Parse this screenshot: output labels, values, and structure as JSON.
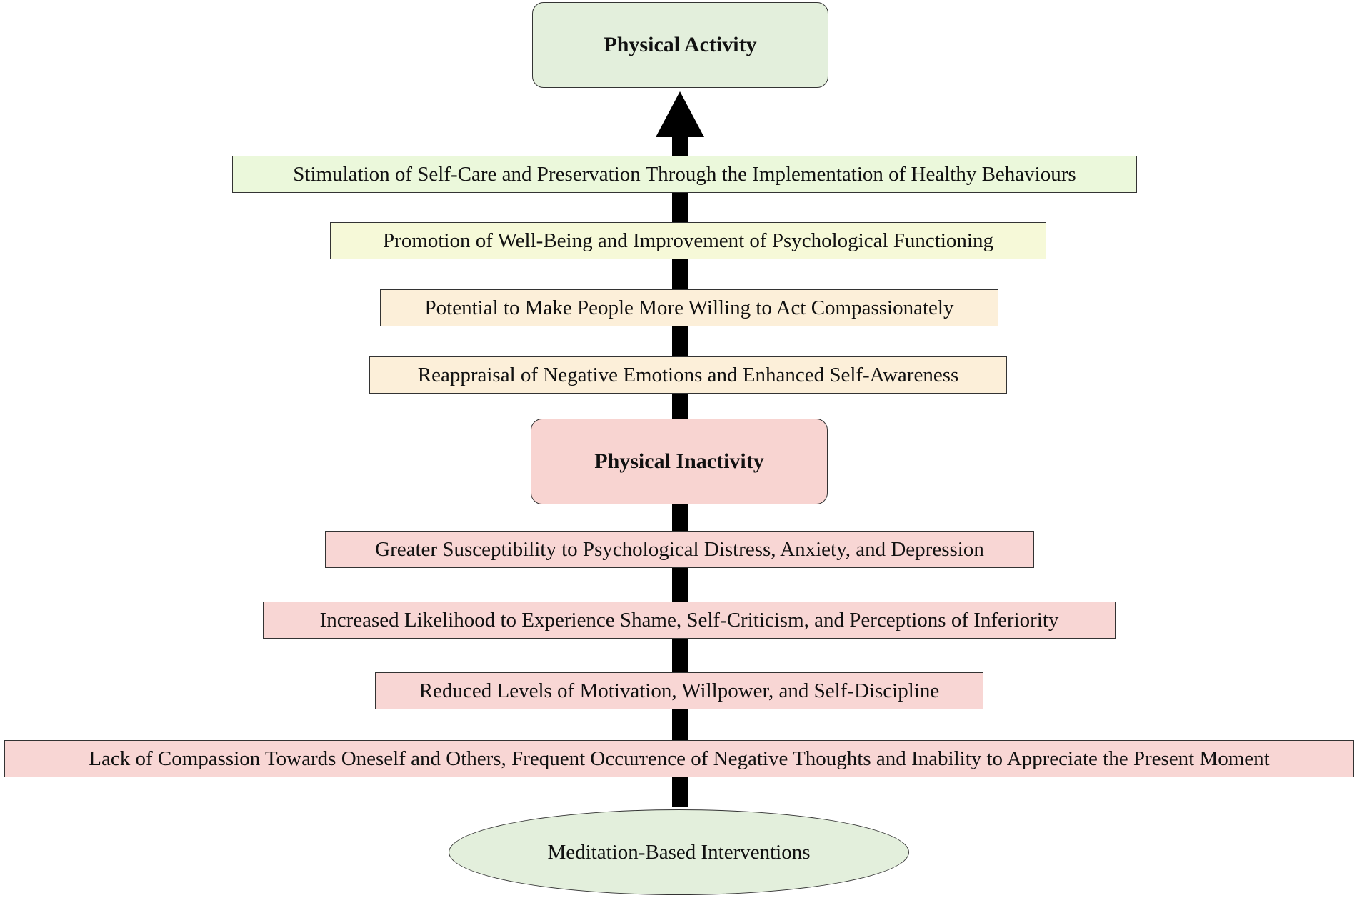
{
  "diagram": {
    "top_node": "Physical Activity",
    "positive_effects": [
      "Stimulation of Self-Care and Preservation Through the Implementation of Healthy Behaviours",
      "Promotion of Well-Being and Improvement of Psychological  Functioning",
      "Potential to Make People More Willing to Act Compassionately",
      "Reappraisal of Negative Emotions and Enhanced Self-Awareness"
    ],
    "middle_node": "Physical Inactivity",
    "negative_effects": [
      "Greater Susceptibility to Psychological  Distress, Anxiety, and Depression",
      "Increased Likelihood to Experience Shame, Self-Criticism, and Perceptions of Inferiority",
      "Reduced Levels of Motivation, Willpower, and Self-Discipline",
      "Lack of Compassion Towards Oneself and Others, Frequent Occurrence of Negative Thoughts and Inability to Appreciate the Present Moment"
    ],
    "bottom_node": "Meditation-Based Interventions"
  },
  "colors": {
    "arrow": "#000000",
    "activity_fill": "#e3efdc",
    "inactivity_fill": "#f8d4d1",
    "self_care_fill": "#ebf8db",
    "well_being_fill": "#f6f9d8",
    "compassion_fill": "#fcefd9",
    "negative_fill": "#f8d6d4"
  }
}
